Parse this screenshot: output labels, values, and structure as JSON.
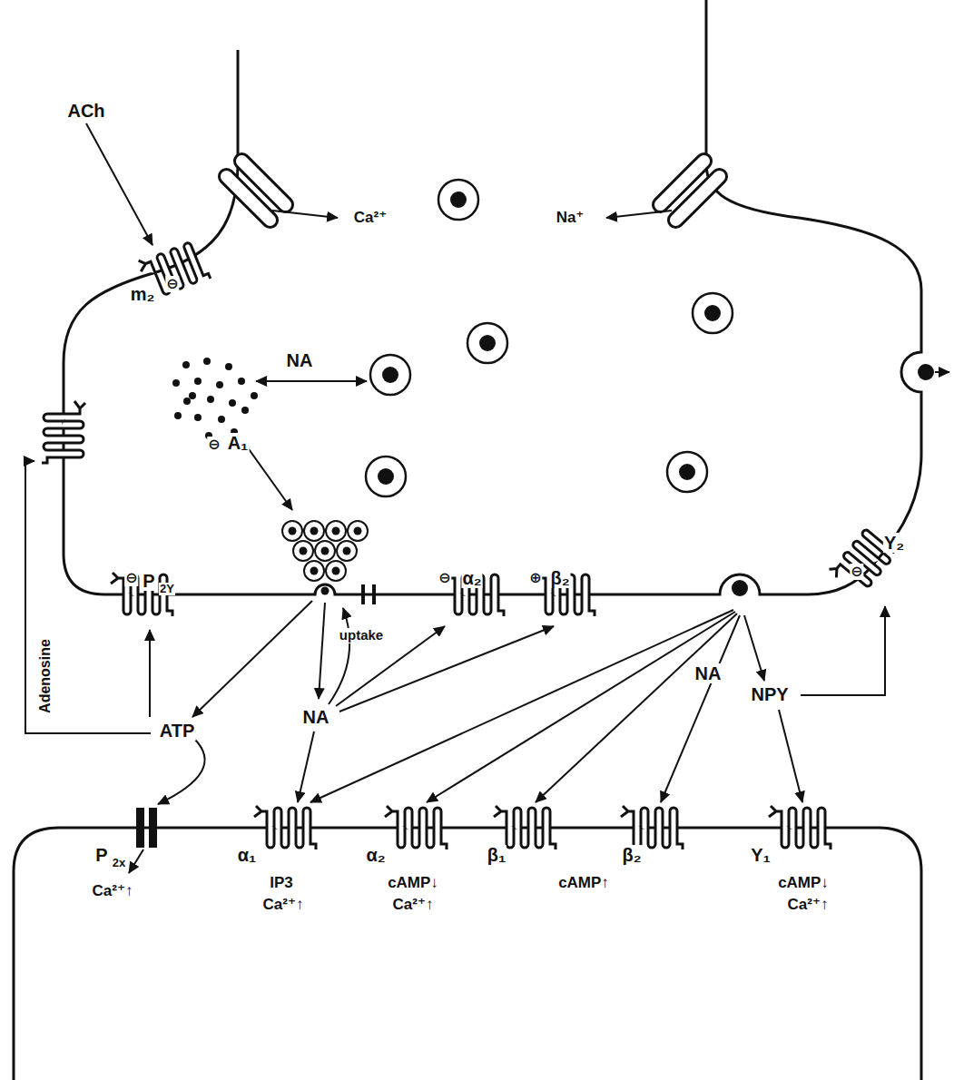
{
  "diagram": {
    "labels": [
      "ACh",
      "Ca²⁺",
      "Na⁺",
      "m₂",
      "⊖",
      "NA",
      "⊖",
      "A₁",
      "⊖",
      "P",
      "2Y",
      "uptake",
      "⊖",
      "α₂",
      "⊕",
      "β₂",
      "Y₂",
      "⊖",
      "NA",
      "NPY",
      "NA",
      "ATP",
      "Adenosine",
      "P",
      "2x",
      "Ca²⁺↑",
      "α₁",
      "IP3",
      "Ca²⁺↑",
      "α₂",
      "cAMP↓",
      "Ca²⁺↑",
      "β₁",
      "β₂",
      "cAMP↑",
      "Y₁",
      "cAMP↓",
      "Ca²⁺↑"
    ]
  }
}
